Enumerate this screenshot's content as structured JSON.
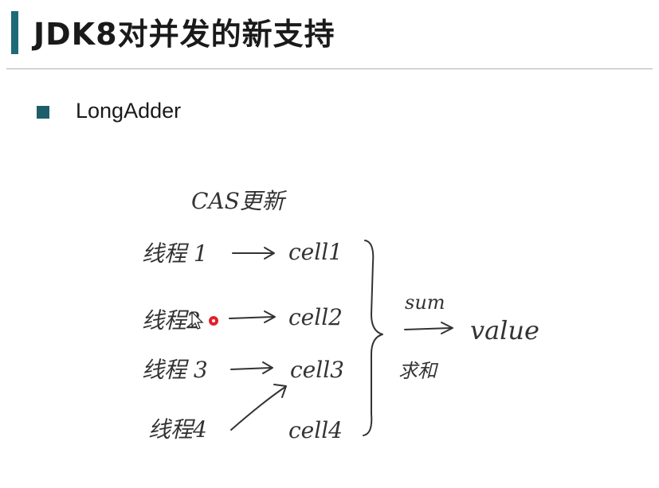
{
  "slide": {
    "title": "JDK8对并发的新支持",
    "bullet": "LongAdder"
  },
  "diagram": {
    "top_label": "CAS更新",
    "threads": [
      "线程 1",
      "线程2",
      "线程 3",
      "线程4"
    ],
    "cells": [
      "cell1",
      "cell2",
      "cell3",
      "cell4"
    ],
    "sum_label": "sum",
    "sum_cn_label": "求和",
    "result_label": "value"
  },
  "colors": {
    "accent": "#1d6a78",
    "bullet": "#1d5e6a",
    "pointer": "#e0202a"
  },
  "icons": [
    "mouse-cursor-icon",
    "laser-pointer-icon"
  ]
}
